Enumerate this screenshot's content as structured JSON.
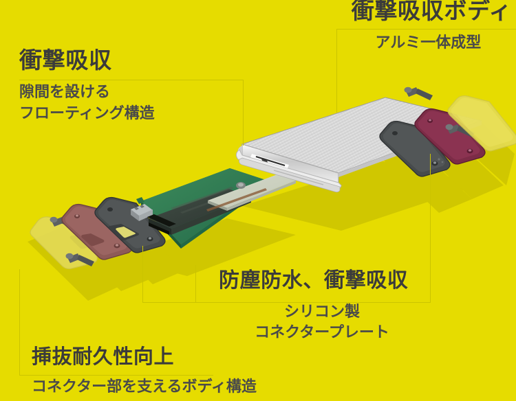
{
  "background_color": "#e6dc00",
  "text_color": "#3b3b3b",
  "line_color": "#cbc400",
  "callouts": [
    {
      "id": "shock-absorption",
      "title": "衝撃吸収",
      "subtitle": "隙間を設ける\nフローティング構造",
      "position": "top-left"
    },
    {
      "id": "shock-absorbing-body",
      "title": "衝撃吸収ボディ",
      "subtitle": "アルミ一体成型",
      "position": "top-right"
    },
    {
      "id": "dustproof-waterproof",
      "title": "防塵防水、衝撃吸収",
      "subtitle": "シリコン製\nコネクタープレート",
      "position": "bottom-right"
    },
    {
      "id": "insertion-durability",
      "title": "挿抜耐久性向上",
      "subtitle": "コネクター部を支えるボディ構造",
      "position": "bottom-left"
    }
  ],
  "illustration": {
    "name": "exploded-view-portable-ssd",
    "parts": [
      {
        "name": "aluminum-enclosure",
        "color": "#e9e9e9"
      },
      {
        "name": "pcb-board",
        "color": "#2e7b4f"
      },
      {
        "name": "ssd-module",
        "color": "#3c4a42"
      },
      {
        "name": "ssd-label",
        "color": "#d5d9c8"
      },
      {
        "name": "silicone-connector-plate-left",
        "color": "#8d5a58"
      },
      {
        "name": "silicone-connector-plate-right",
        "color": "#7a2b46"
      },
      {
        "name": "inner-bracket-plate",
        "color": "#474b4c"
      },
      {
        "name": "translucent-cover-plate",
        "color": "#e2d95a"
      },
      {
        "name": "screw",
        "color": "#565a5c"
      }
    ]
  }
}
